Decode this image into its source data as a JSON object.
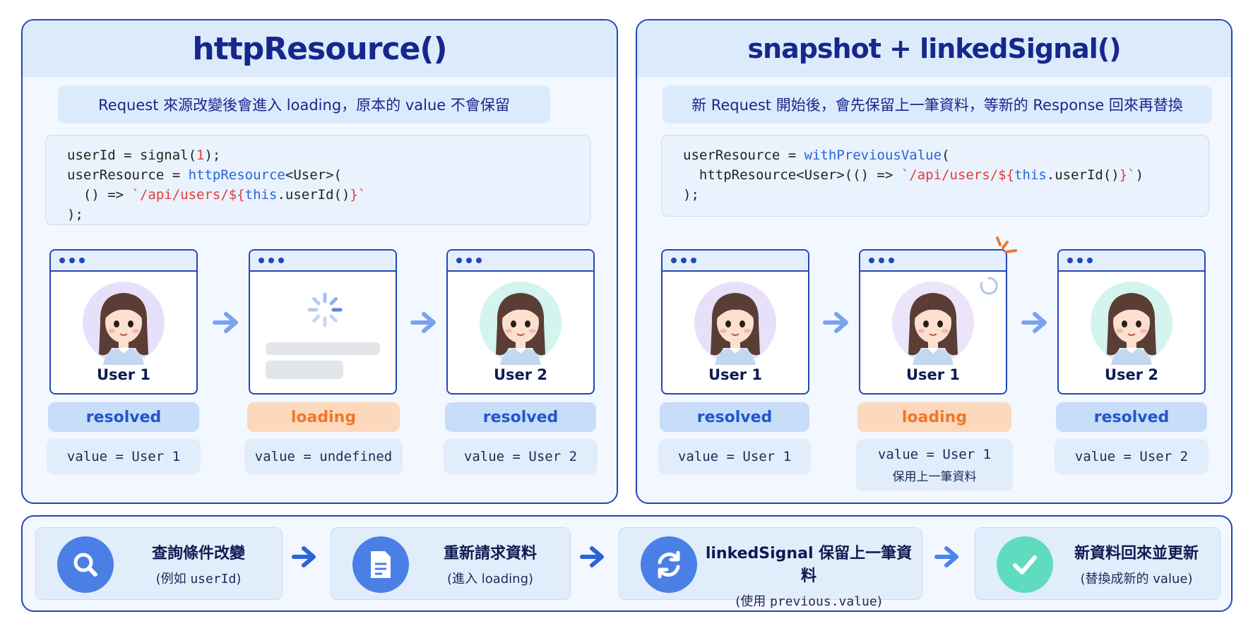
{
  "left": {
    "title": "httpResource()",
    "subtitle": "Request 來源改變後會進入 loading，原本的 value 不會保留",
    "code": {
      "l1a": "userId = signal(",
      "l1b": "1",
      "l1c": ");",
      "l2a": "userResource = ",
      "l2b": "httpResource",
      "l2c": "<User>(",
      "l3a": "  () => ",
      "l3b": "`/api/users/${",
      "l3c": "this",
      "l3d": ".userId()",
      "l3e": "}`",
      "l4": ");"
    },
    "cards": [
      {
        "user": "User 1",
        "status": "resolved",
        "value": "value = User 1"
      },
      {
        "user": "",
        "status": "loading",
        "value": "value = undefined"
      },
      {
        "user": "User 2",
        "status": "resolved",
        "value": "value = User 2"
      }
    ]
  },
  "right": {
    "title": "snapshot + linkedSignal()",
    "subtitle": "新 Request 開始後，會先保留上一筆資料，等新的 Response 回來再替換",
    "code": {
      "l1a": "userResource = ",
      "l1b": "withPreviousValue",
      "l1c": "(",
      "l2a": "  httpResource<User>(() => ",
      "l2b": "`/api/users/${",
      "l2c": "this",
      "l2d": ".userId()",
      "l2e": "}`",
      "l2f": ")",
      "l3": ");"
    },
    "cards": [
      {
        "user": "User 1",
        "status": "resolved",
        "value": "value = User 1"
      },
      {
        "user": "User 1",
        "status": "loading",
        "value": "value = User 1",
        "note": "保用上一筆資料"
      },
      {
        "user": "User 2",
        "status": "resolved",
        "value": "value = User 2"
      }
    ]
  },
  "flow": [
    {
      "icon": "search-icon",
      "title": "查詢條件改變",
      "sub_a": "(例如 ",
      "sub_b": "userId",
      "sub_c": ")"
    },
    {
      "icon": "document-icon",
      "title": "重新請求資料",
      "sub_a": "(進入 loading)",
      "sub_b": "",
      "sub_c": ""
    },
    {
      "icon": "refresh-icon",
      "title": "linkedSignal 保留上一筆資料",
      "sub_a": "(使用 ",
      "sub_b": "previous.value",
      "sub_c": ")"
    },
    {
      "icon": "check-icon",
      "title": "新資料回來並更新",
      "sub_a": "(替換成新的 value)",
      "sub_b": "",
      "sub_c": ""
    }
  ],
  "colors": {
    "accent": "#2447b8",
    "resolved_bg": "#c7ddf9",
    "resolved_text": "#2256c9",
    "loading_bg": "#fcd9bc",
    "loading_text": "#f0772a",
    "check": "#5fdcc0",
    "icon_blue": "#4a7fe6"
  }
}
